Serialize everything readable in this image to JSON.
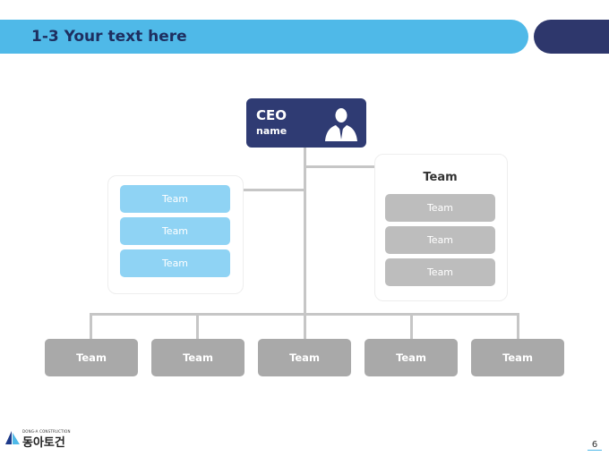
{
  "header": {
    "title": "1-3 Your text here"
  },
  "ceo": {
    "title": "CEO",
    "name": "name"
  },
  "left_group": {
    "teams": [
      "Team",
      "Team",
      "Team"
    ]
  },
  "right_group": {
    "title": "Team",
    "teams": [
      "Team",
      "Team",
      "Team"
    ]
  },
  "bottom_row": {
    "teams": [
      "Team",
      "Team",
      "Team",
      "Team",
      "Team"
    ]
  },
  "footer": {
    "logo_small": "DONG-A CONSTRUCTION",
    "logo_text": "동아토건",
    "page_number": "6"
  },
  "icons": {
    "ceo_icon": "businessman-icon",
    "logo_icon": "company-logo-icon"
  },
  "colors": {
    "accent": "#4fb9e8",
    "navy": "#2e376c",
    "ceo_box": "#2f3b73",
    "blue_team": "#8fd3f4",
    "gray_team": "#bdbdbd",
    "dark_gray_team": "#a9a9a9"
  }
}
